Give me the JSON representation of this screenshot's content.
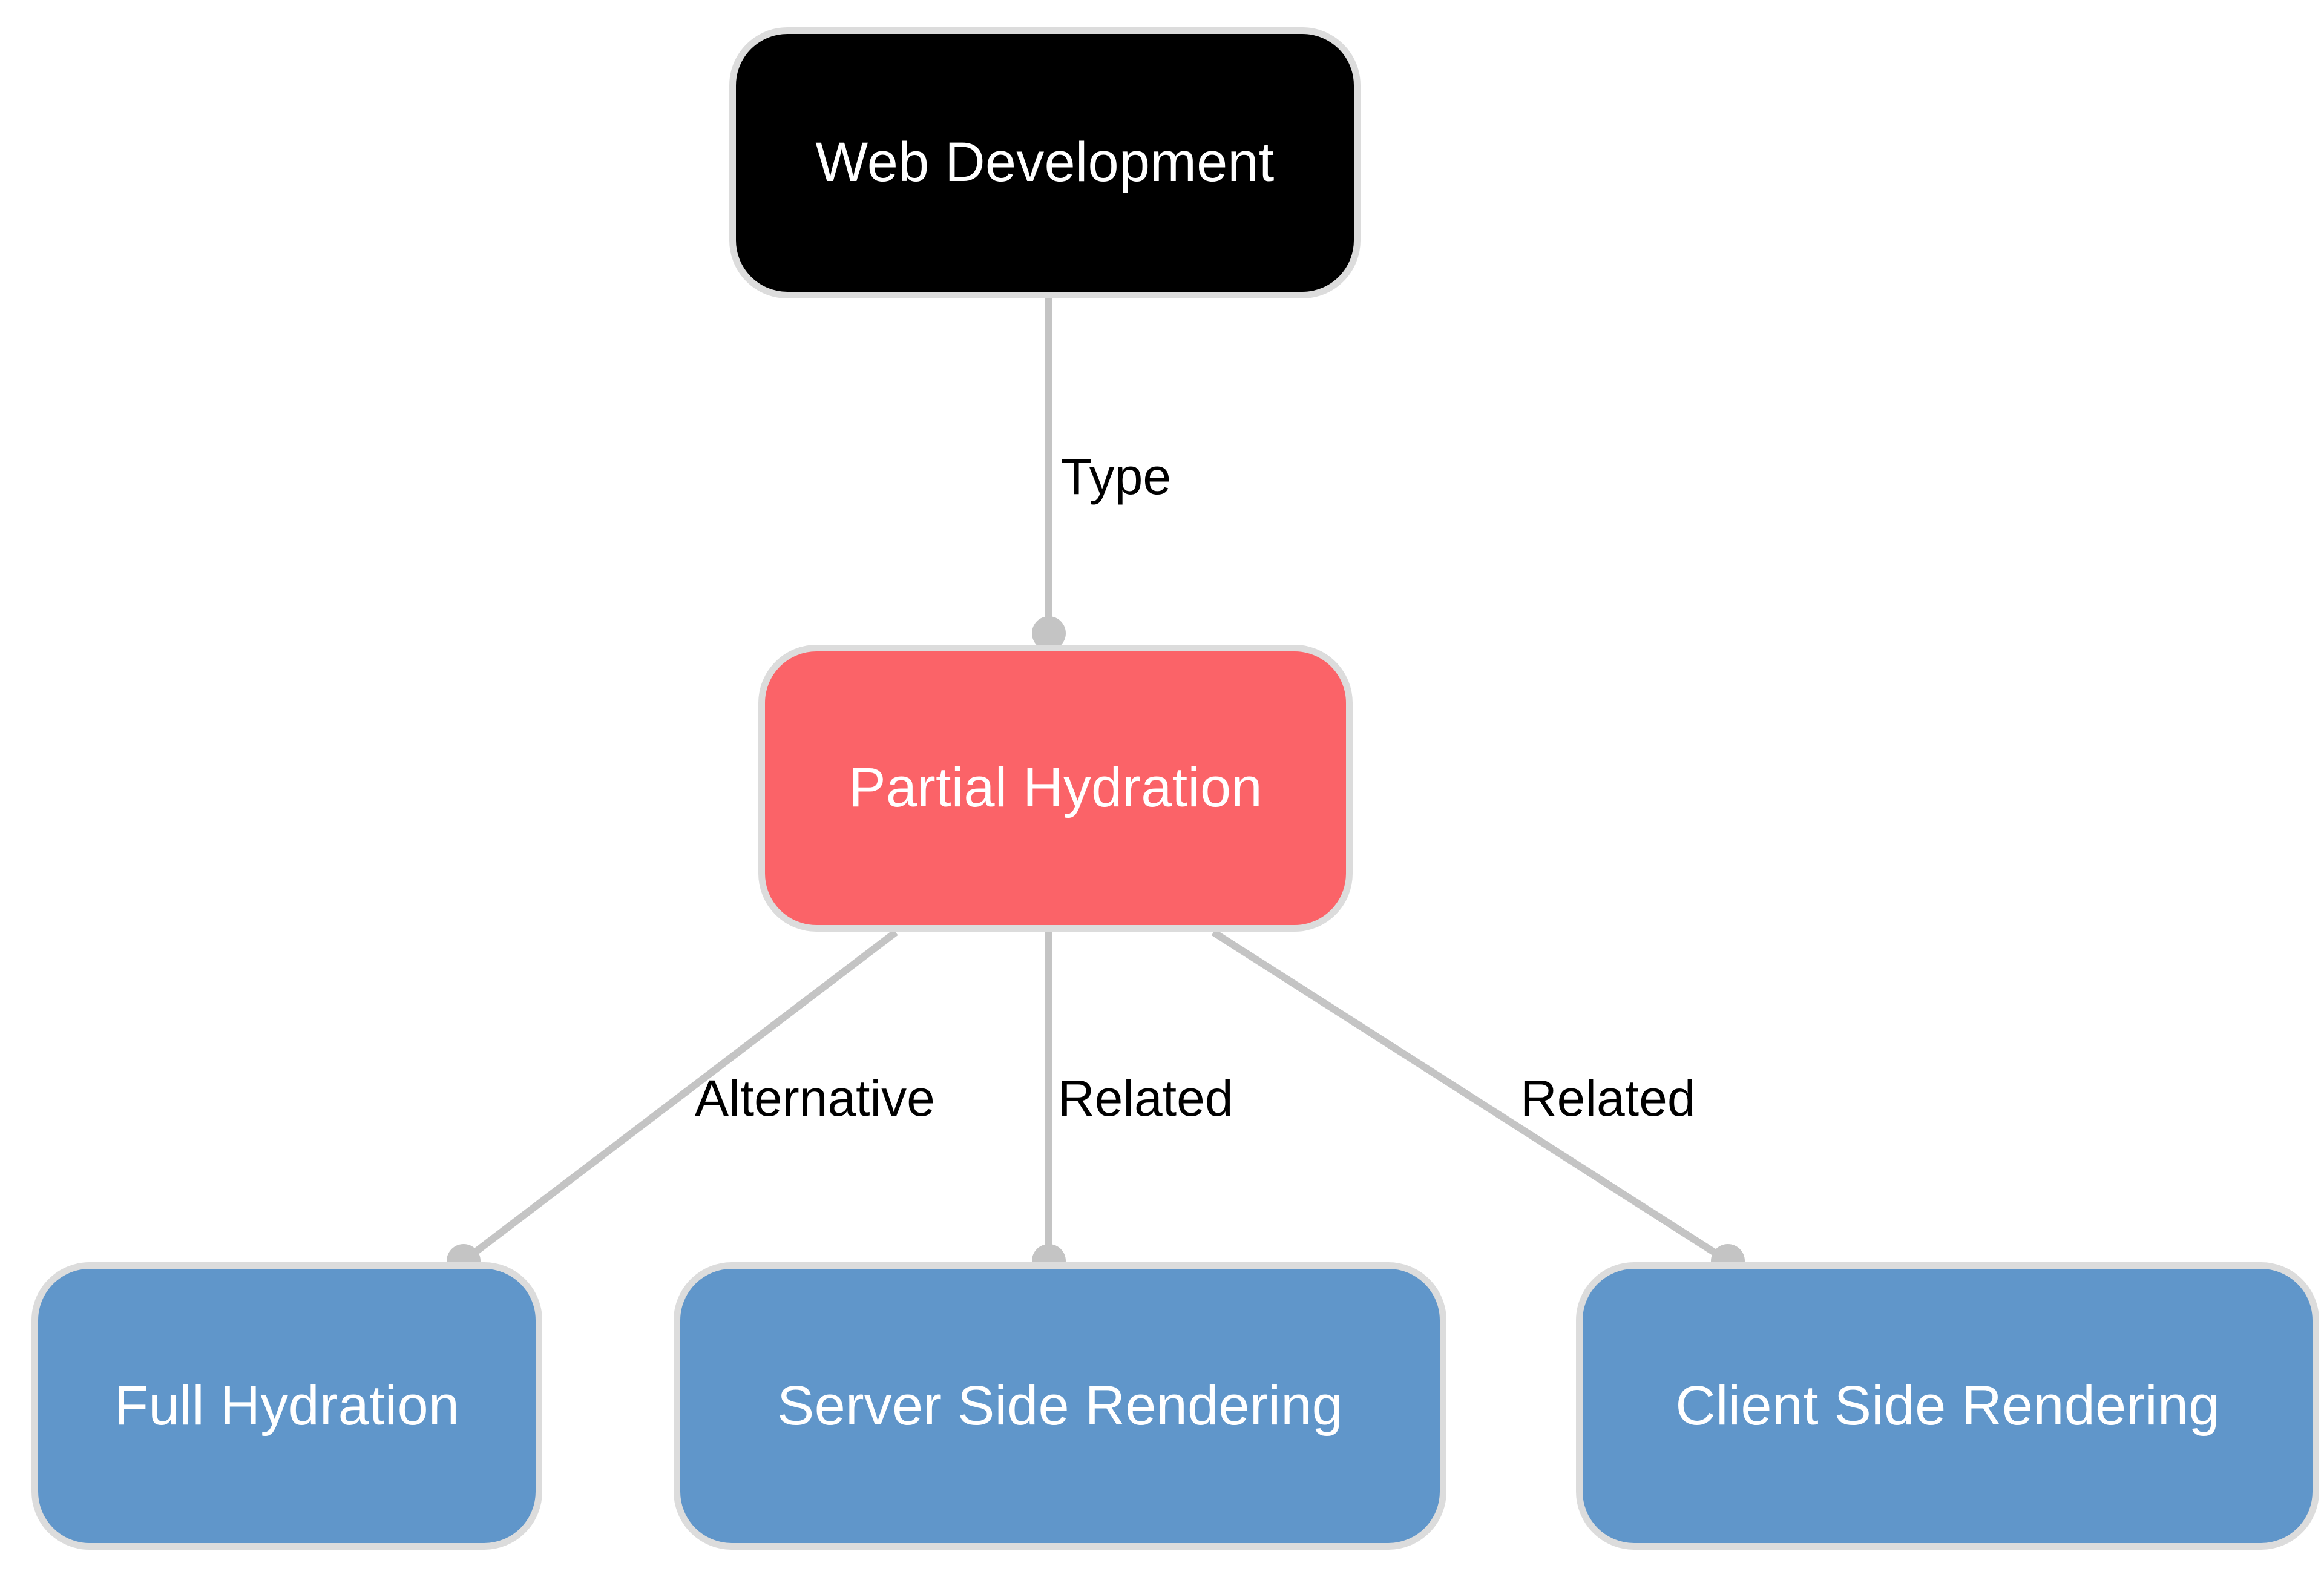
{
  "diagram": {
    "type": "mind-map",
    "background": "#ffffff",
    "palette": {
      "root_fill": "#000000",
      "root_text": "#ffffff",
      "highlight_fill": "#fb6368",
      "highlight_text": "#ffffff",
      "leaf_fill": "#6096ca",
      "leaf_text": "#ffffff",
      "node_border": "#dcdcdc",
      "edge_stroke": "#c4c4c4",
      "edge_label_text": "#000000",
      "connector_dot": "#c4c4c4"
    },
    "nodes": [
      {
        "id": "root",
        "label": "Web Development",
        "role": "root"
      },
      {
        "id": "partial-hydration",
        "label": "Partial Hydration",
        "role": "highlight"
      },
      {
        "id": "full-hydration",
        "label": "Full Hydration",
        "role": "leaf"
      },
      {
        "id": "server-side-rendering",
        "label": "Server Side Rendering",
        "role": "leaf"
      },
      {
        "id": "client-side-rendering",
        "label": "Client Side Rendering",
        "role": "leaf"
      }
    ],
    "edges": [
      {
        "id": "e1",
        "from": "root",
        "to": "partial-hydration",
        "label": "Type"
      },
      {
        "id": "e2",
        "from": "partial-hydration",
        "to": "full-hydration",
        "label": "Alternative"
      },
      {
        "id": "e3",
        "from": "partial-hydration",
        "to": "server-side-rendering",
        "label": "Related"
      },
      {
        "id": "e4",
        "from": "partial-hydration",
        "to": "client-side-rendering",
        "label": "Related"
      }
    ],
    "edge_labels": {
      "type": "Type",
      "alternative": "Alternative",
      "related_ssr": "Related",
      "related_csr": "Related"
    }
  }
}
